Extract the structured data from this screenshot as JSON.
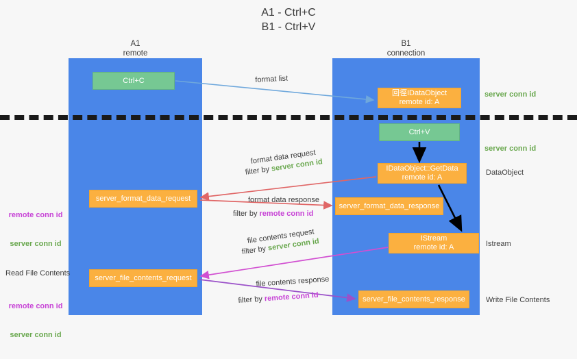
{
  "title": "A1 - Ctrl+C\nB1 - Ctrl+V",
  "lanes": {
    "left": {
      "header": "A1\nremote"
    },
    "right": {
      "header": "B1\nconnection"
    }
  },
  "boxes": {
    "ctrl_c": "Ctrl+C",
    "idataobject_remote": "回徑IDataObject\nremote id: A",
    "ctrl_v": "Ctrl+V",
    "getdata": "IDataObject::GetData\nremote id: A",
    "server_format_data_request": "server_format_data_request",
    "server_format_data_response": "server_format_data_response",
    "istream": "IStream\nremote id: A",
    "server_file_contents_request": "server_file_contents_request",
    "server_file_contents_response": "server_file_contents_response"
  },
  "flow_labels": {
    "format_list": "format list",
    "format_data_request": "format data request",
    "format_data_request_filter_prefix": "filter by ",
    "format_data_request_filter_value": "server conn id",
    "format_data_response": "format data response",
    "format_data_response_filter_prefix": "filter by ",
    "format_data_response_filter_value": "remote conn id",
    "file_contents_request": "file contents request",
    "file_contents_request_filter_prefix": "filter by ",
    "file_contents_request_filter_value": "server conn id",
    "file_contents_response": "file contents response",
    "file_contents_response_filter_prefix": "filter by ",
    "file_contents_response_filter_value": "remote conn id"
  },
  "right_annotations": {
    "server_conn_id_top": "server conn id",
    "server_conn_id_mid": "server conn id",
    "dataobject": "DataObject",
    "istream": "Istream",
    "write_file_contents": "Write File Contents"
  },
  "left_annotations": {
    "remote_conn_id_upper": "remote conn id",
    "server_conn_id_upper": "server conn id",
    "read_file_contents": "Read File Contents",
    "remote_conn_id_lower": "remote conn id",
    "server_conn_id_lower": "server conn id"
  },
  "colors": {
    "lane": "#4a86e8",
    "green_box": "#76c893",
    "orange_box": "#fbb040",
    "green_text": "#6aa84f",
    "purple_text": "#c744d6",
    "blue_arrow": "#6fa8dc",
    "red_arrow": "#e06666",
    "magenta_arrow": "#d14fd1",
    "purple_arrow": "#9b51c9",
    "black_arrow": "#000000",
    "background": "#f7f7f7",
    "divider": "#1a1a1a"
  }
}
